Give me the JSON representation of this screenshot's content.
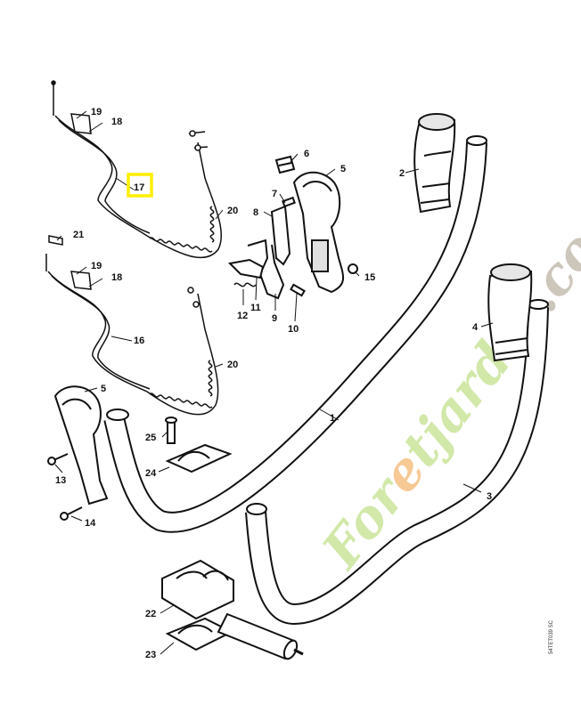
{
  "diagram": {
    "part_labels": [
      "1",
      "2",
      "3",
      "4",
      "5",
      "5",
      "6",
      "7",
      "8",
      "9",
      "10",
      "11",
      "12",
      "13",
      "14",
      "15",
      "16",
      "17",
      "18",
      "18",
      "19",
      "19",
      "20",
      "20",
      "21",
      "22",
      "23",
      "24",
      "25"
    ],
    "highlighted_label": "17",
    "drawing_reference": "54TET039 SC",
    "colors": {
      "highlight": "#ffee00",
      "line": "#111111",
      "watermark_green": "#cde6a0",
      "watermark_orange": "#f6c48a",
      "watermark_gray": "#c8c0b4"
    }
  },
  "watermark": {
    "brand_green_1": "For",
    "brand_orange": "e",
    "brand_green_2": "tjardin",
    "brand_gray": ".com",
    "is_logo": true
  }
}
